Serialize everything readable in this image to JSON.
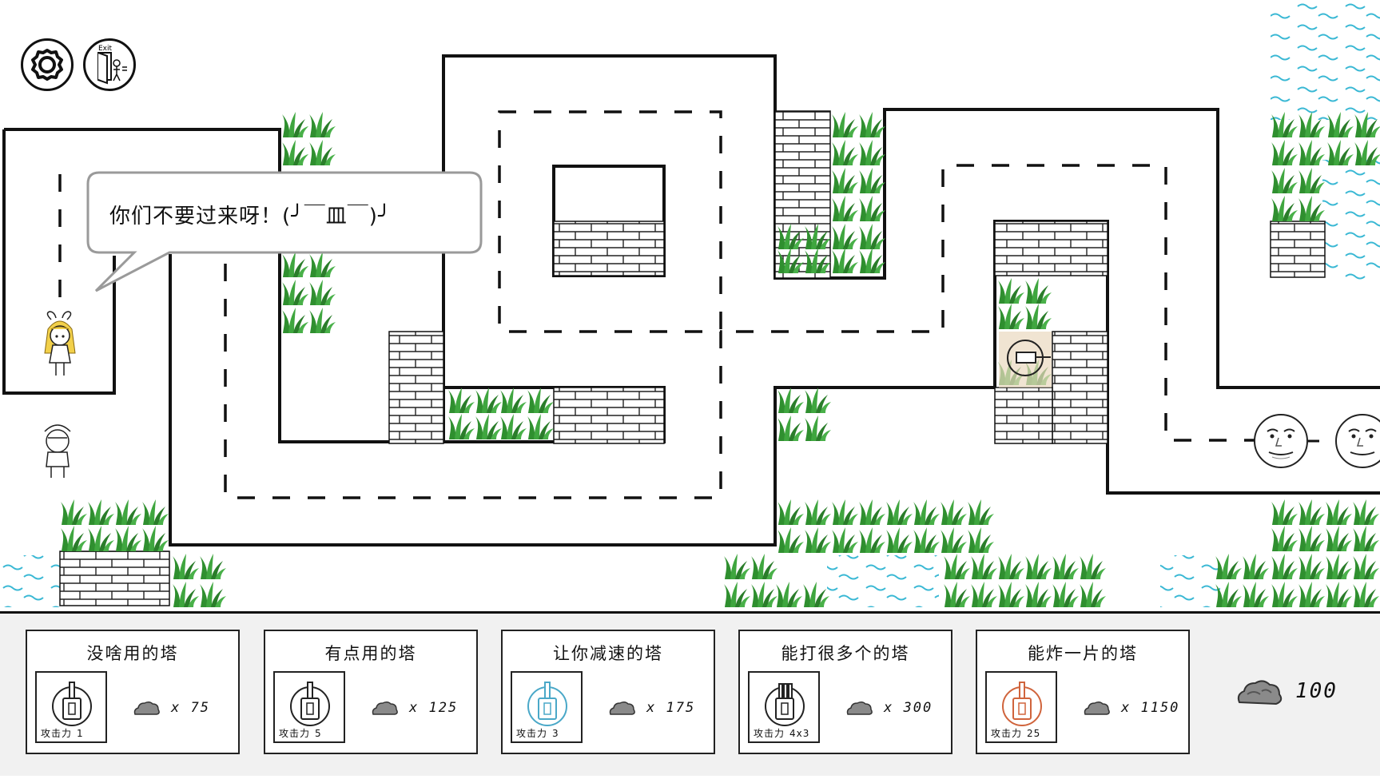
{
  "game": {
    "speech": "你们不要过来呀！(╯￣皿￣)╯",
    "money": "100"
  },
  "controls": {
    "settings_icon": "gear-icon",
    "exit_icon": "exit-door-icon",
    "exit_label": "Exit"
  },
  "shop": {
    "towers": [
      {
        "name": "没啥用的塔",
        "attack_label": "攻击力",
        "attack": "1",
        "cost": "x 75",
        "color": "#222222"
      },
      {
        "name": "有点用的塔",
        "attack_label": "攻击力",
        "attack": "5",
        "cost": "x 125",
        "color": "#222222"
      },
      {
        "name": "让你减速的塔",
        "attack_label": "攻击力",
        "attack": "3",
        "cost": "x 175",
        "color": "#4aa8c8"
      },
      {
        "name": "能打很多个的塔",
        "attack_label": "攻击力",
        "attack": "4x3",
        "cost": "x 300",
        "color": "#222222"
      },
      {
        "name": "能炸一片的塔",
        "attack_label": "攻击力",
        "attack": "25",
        "cost": "x 1150",
        "color": "#d0643c"
      }
    ]
  },
  "colors": {
    "water": "#39b8d4",
    "grass": "#2e8b2e",
    "grass_light": "#4caf50",
    "ink": "#111111"
  }
}
